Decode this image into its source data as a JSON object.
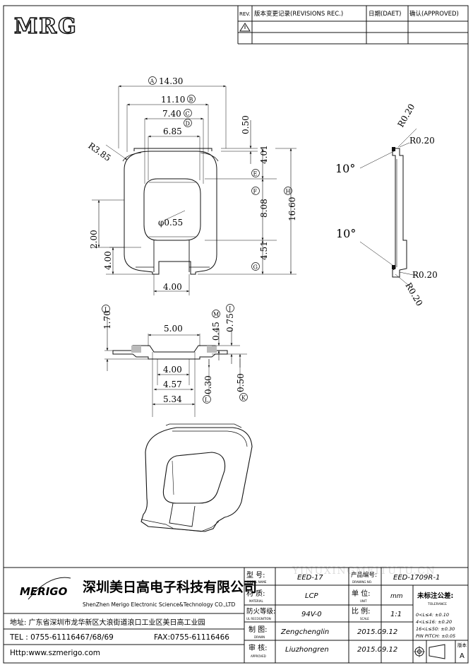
{
  "header": {
    "logo_text": "MRG",
    "rev_label": "REV.",
    "revision_label": "版本变更记录(REVISIONS REC.)",
    "date_label": "日期(DAET)",
    "approved_label": "确认(APPROVED)"
  },
  "top_view": {
    "dim_a": "14.30",
    "dim_b": "11.10",
    "dim_c": "7.40",
    "dim_d": "6.85",
    "dim_050": "0.50",
    "dim_e": "4.01",
    "dim_f": "8.08",
    "dim_h": "16.60",
    "dim_g": "4.51",
    "radius": "R3.85",
    "hole": "φ0.55",
    "dim_200": "2.00",
    "dim_400_v": "4.00",
    "dim_400_h": "4.00",
    "tag_a": "A",
    "tag_b": "B",
    "tag_c": "C",
    "tag_d": "D",
    "tag_e": "E",
    "tag_f": "F",
    "tag_g": "G",
    "tag_h": "H"
  },
  "side_view": {
    "angle_top": "10°",
    "angle_bottom": "10°",
    "r_top1": "R0.20",
    "r_top2": "R0.20",
    "r_bot1": "R0.20",
    "r_bot2": "R0.20"
  },
  "section_view": {
    "dim_500": "5.00",
    "dim_170": "1.70",
    "dim_045": "0.45",
    "dim_075": "0.75",
    "dim_400": "4.00",
    "dim_457": "4.57",
    "dim_534": "5.34",
    "dim_030": "0.30",
    "dim_050": "0.50",
    "tag_i": "I",
    "tag_j": "J",
    "tag_m": "M",
    "tag_l": "L",
    "tag_k": "K"
  },
  "watermark": "YINUXINGMEITUTU.CN",
  "title_block": {
    "brand": "MERIGO",
    "company_cn": "深圳美日高电子科技有限公司",
    "company_en": "ShenZhen Merigo Electronic Science&Technology CO.,LTD",
    "address": "地址: 广东省深圳市龙华新区大浪街道浪口工业区美日高工业园",
    "tel": "TEL : 0755-61116467/68/69",
    "fax": "FAX:0755-61116466",
    "http": "Http:www.szmerigo.com",
    "model_label": "型  号:",
    "model_sub": "MODEL NAME",
    "model_value": "EED-17",
    "drawing_label": "产品编号:",
    "drawing_sub": "DRAWING NO.",
    "drawing_value": "EED-1709R-1",
    "material_label": "材  质:",
    "material_sub": "MATERIAL",
    "material_value": "LCP",
    "unit_label": "单  位:",
    "unit_sub": "UNIT",
    "unit_value": "mm",
    "flame_label": "防火等级:",
    "flame_sub": "UL RECOGNITION",
    "flame_value": "94V-0",
    "scale_label": "比  例:",
    "scale_sub": "SCALE",
    "scale_value": "1:1",
    "drawn_label": "制  图:",
    "drawn_sub": "DRAWN",
    "drawn_value": "Zengchenglin",
    "drawn_date": "2015.09.12",
    "approved_label": "审  核:",
    "approved_sub": "APPROVED",
    "approved_value": "Liuzhongren",
    "approved_date": "2015.09.12",
    "tolerance_title": "未标注公差:",
    "tolerance_sub": "TOLERANCE",
    "tol1": "0<L≤4:   ±0.10",
    "tol2": "4<L≤16:  ±0.20",
    "tol3": "16<L≤50: ±0.30",
    "tol4": "PIN PITCH: ±0.05",
    "version_label": "版本",
    "version_value": "A"
  }
}
